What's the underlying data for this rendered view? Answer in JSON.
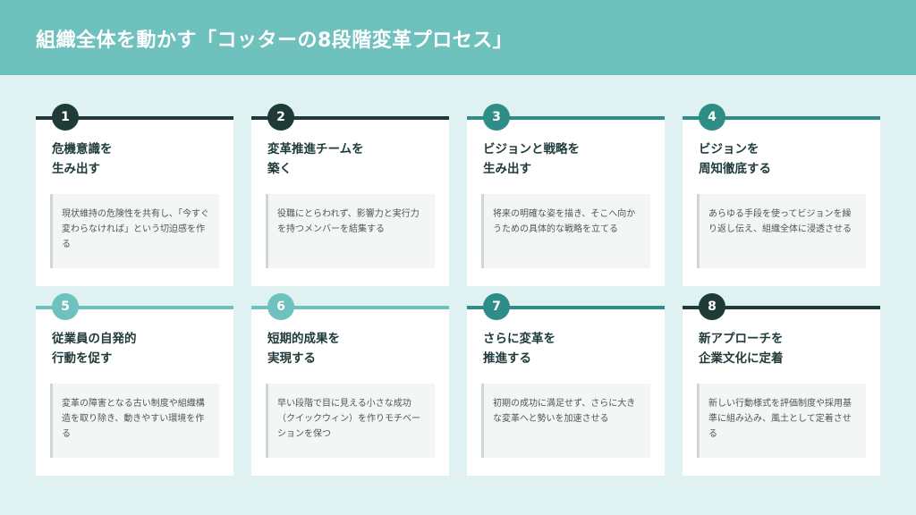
{
  "header": {
    "title": "組織全体を動かす「コッターの8段階変革プロセス」"
  },
  "colors": {
    "header_bg": "#6fc1be",
    "page_bg": "#dff1f0",
    "dark": "#1e3b38",
    "teal": "#2e8d86",
    "light": "#6fc1be"
  },
  "steps": [
    {
      "number": "1",
      "title": "危機意識を\n生み出す",
      "description": "現状維持の危険性を共有し、「今すぐ変わらなければ」という切迫感を作る"
    },
    {
      "number": "2",
      "title": "変革推進チームを\n築く",
      "description": "役職にとらわれず、影響力と実行力を持つメンバーを結集する"
    },
    {
      "number": "3",
      "title": "ビジョンと戦略を\n生み出す",
      "description": "将来の明確な姿を描き、そこへ向かうための具体的な戦略を立てる"
    },
    {
      "number": "4",
      "title": "ビジョンを\n周知徹底する",
      "description": "あらゆる手段を使ってビジョンを繰り返し伝え、組織全体に浸透させる"
    },
    {
      "number": "5",
      "title": "従業員の自発的\n行動を促す",
      "description": "変革の障害となる古い制度や組織構造を取り除き、動きやすい環境を作る"
    },
    {
      "number": "6",
      "title": "短期的成果を\n実現する",
      "description": "早い段階で目に見える小さな成功（クイックウィン）を作りモチベーションを保つ"
    },
    {
      "number": "7",
      "title": "さらに変革を\n推進する",
      "description": "初期の成功に満足せず、さらに大きな変革へと勢いを加速させる"
    },
    {
      "number": "8",
      "title": "新アプローチを\n企業文化に定着",
      "description": "新しい行動様式を評価制度や採用基準に組み込み、風土として定着させる"
    }
  ]
}
